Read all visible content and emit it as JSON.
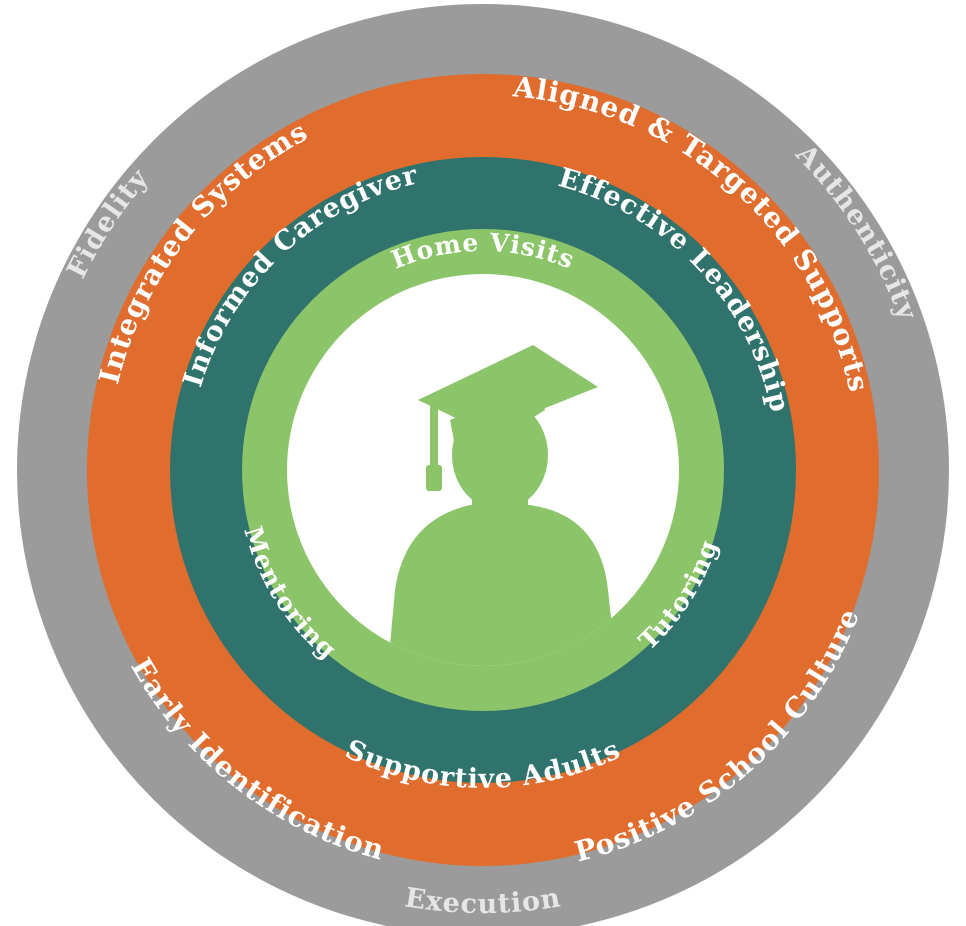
{
  "colors": {
    "outer": "#9b9b9b",
    "orange": "#e06c2d",
    "teal": "#2f736c",
    "green": "#8cc46a",
    "center": "#ffffff",
    "silhouette": "#8cc46a"
  },
  "rings": {
    "outer": {
      "labels": [
        "Fidelity",
        "Authenticity",
        "Execution"
      ]
    },
    "orange": {
      "labels": [
        "Integrated Systems",
        "Aligned & Targeted Supports",
        "Early Identification",
        "Positive School Culture"
      ]
    },
    "teal": {
      "labels": [
        "Informed Caregiver",
        "Effective Leadership",
        "Supportive Adults"
      ]
    },
    "green": {
      "labels": [
        "Home Visits",
        "Mentoring",
        "Tutoring"
      ]
    }
  },
  "center": {
    "icon": "graduate-silhouette-icon"
  }
}
